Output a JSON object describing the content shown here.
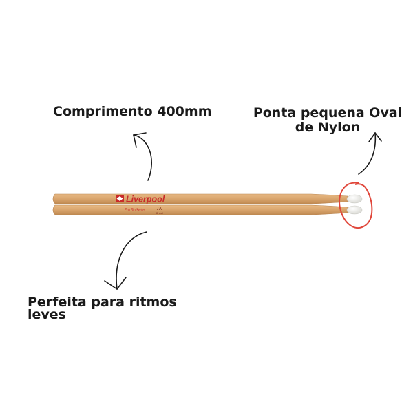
{
  "annotations": {
    "length": "Comprimento 400mm",
    "tip": "Ponta pequena Oval de Nylon",
    "rhythm": "Perfeita para ritmos leves"
  },
  "product": {
    "brand": "Liverpool",
    "series": "Eco Bio Series",
    "model": "7A",
    "small_print": "Brasil"
  },
  "colors": {
    "wood": "#d9a46c",
    "brand_red": "#c92a2a",
    "circle_red": "#e0463a",
    "nylon_tip": "#f1f1ee"
  }
}
